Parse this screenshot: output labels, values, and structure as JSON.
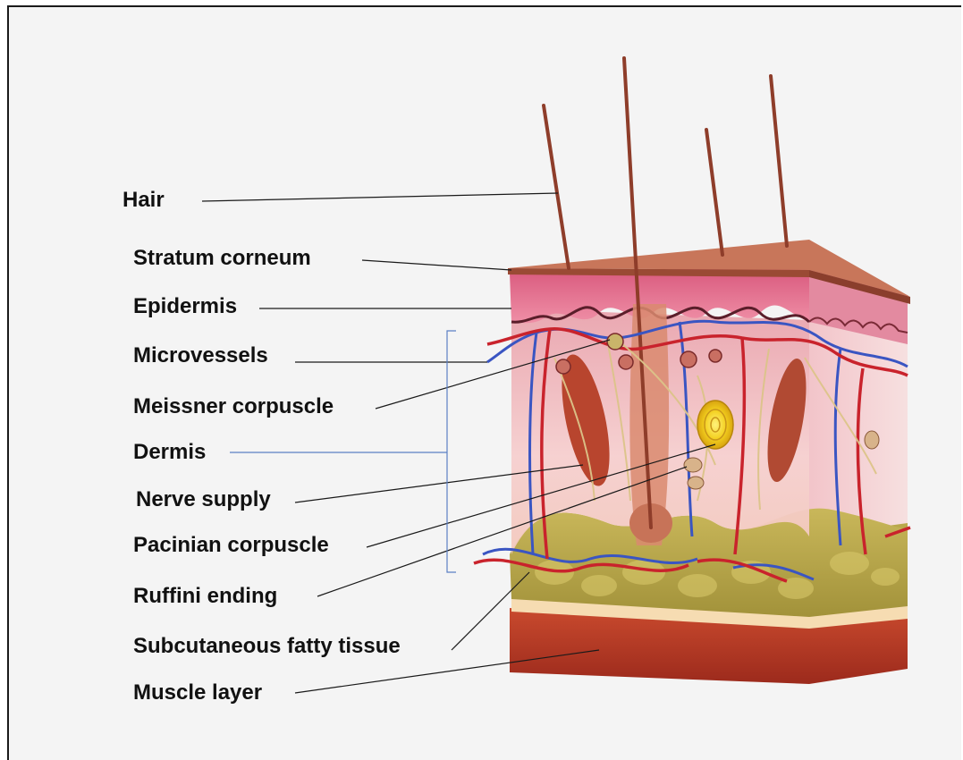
{
  "labels": {
    "hair": "Hair",
    "stratum_corneum": "Stratum corneum",
    "epidermis": "Epidermis",
    "microvessels": "Microvessels",
    "meissner_corpuscle": "Meissner corpuscle",
    "dermis": "Dermis",
    "nerve_supply": "Nerve supply",
    "pacinian_corpuscle": "Pacinian corpuscle",
    "ruffini_ending": "Ruffini ending",
    "subcutaneous_fatty_tissue": "Subcutaneous fatty tissue",
    "muscle_layer": "Muscle layer"
  },
  "colors": {
    "leader_line": "#1a1a1a",
    "dermis_bracket": "#5b7fc4",
    "epidermis": "#d9668a",
    "stratum_corneum": "#b5604a",
    "dermis": "#f2c1c4",
    "fat": "#b8a548",
    "muscle": "#b73a26",
    "artery": "#c8202a",
    "vein": "#2f4fb8",
    "nerve": "#d8c48a",
    "pacinian": "#f3d22a"
  }
}
